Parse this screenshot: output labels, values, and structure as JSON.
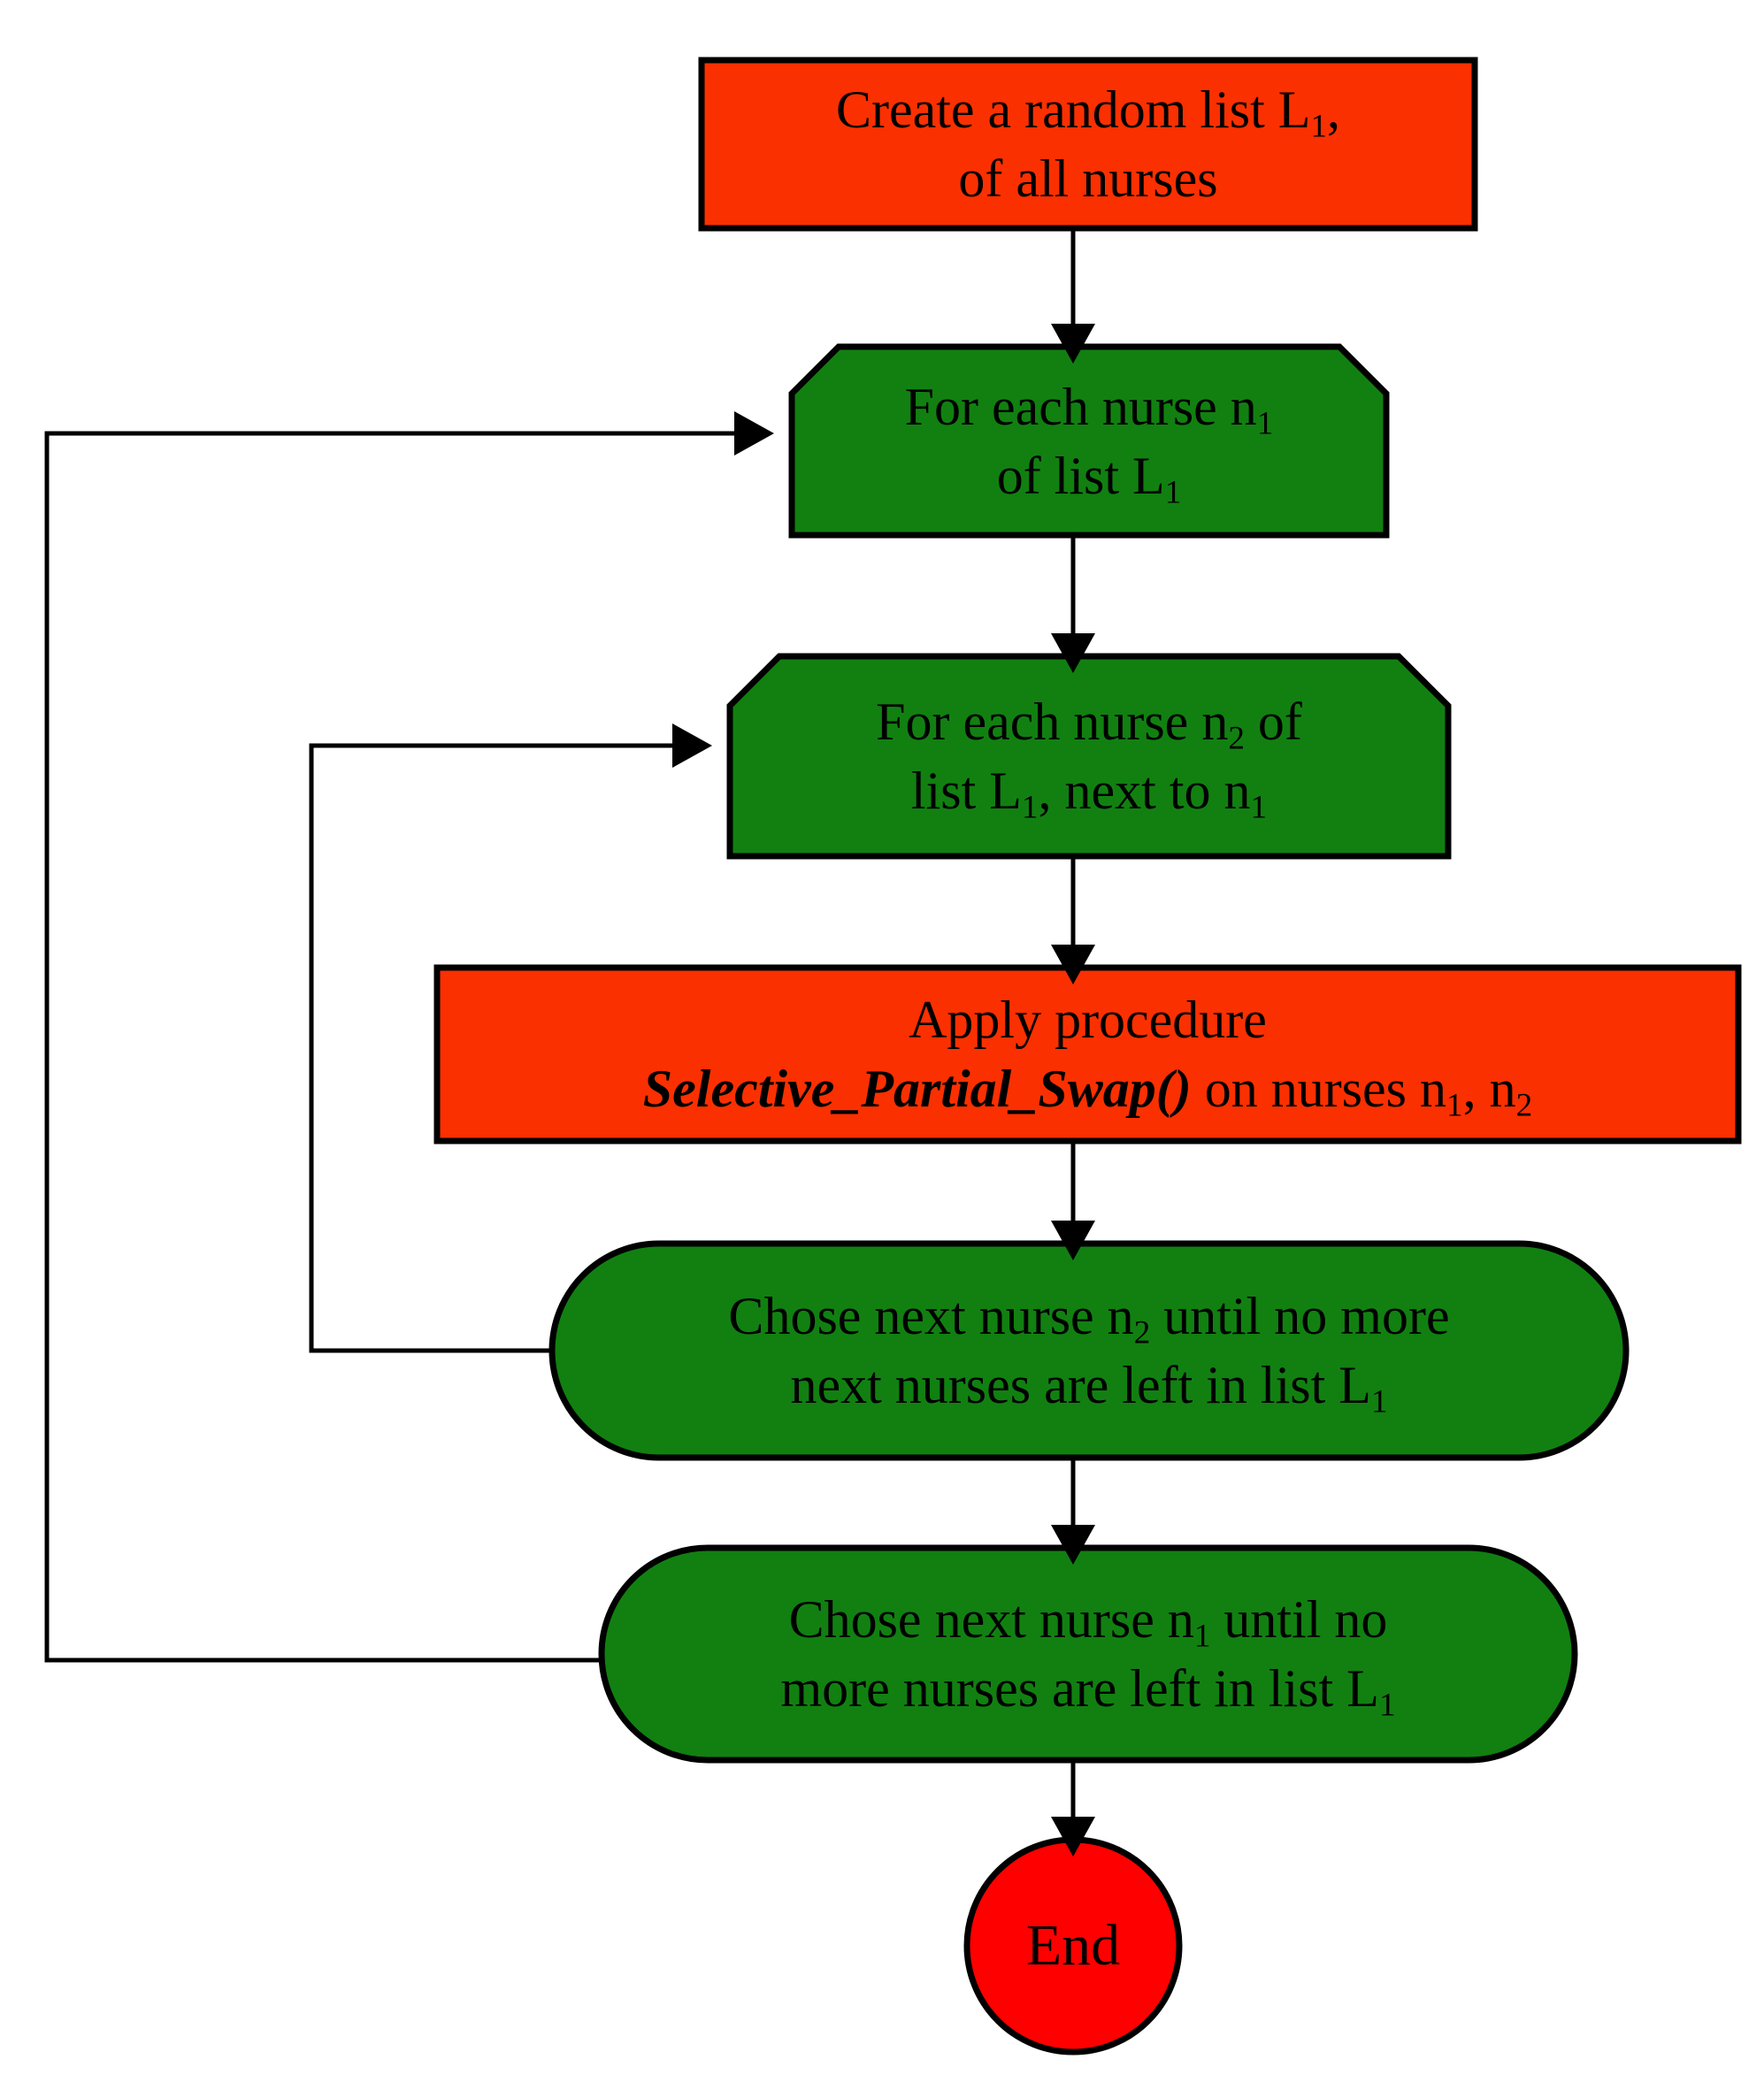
{
  "diagram": {
    "type": "flowchart",
    "title": "",
    "colors": {
      "process_fill": "#FA3000",
      "loop_fill": "#118011",
      "terminator_fill": "#FF0000",
      "stroke": "#000000",
      "background": "#FFFFFF",
      "text": "#000000"
    },
    "nodes": [
      {
        "id": "create",
        "shape": "rectangle",
        "fill": "#FA3000",
        "lines": [
          "Create a random list L1,",
          "of all nurses"
        ],
        "line1_pre": "Create a random list L",
        "line1_sub": "1",
        "line1_post": ",",
        "line2": "of all nurses"
      },
      {
        "id": "foreach-n1",
        "shape": "loop-start-hexagon",
        "fill": "#118011",
        "line1_pre": "For each nurse n",
        "line1_sub": "1",
        "line1_post": "",
        "line2_pre": "of  list L",
        "line2_sub": "1",
        "line2_post": ""
      },
      {
        "id": "foreach-n2",
        "shape": "loop-start-hexagon",
        "fill": "#118011",
        "line1_pre": "For each nurse n",
        "line1_sub": "2",
        "line1_post": " of",
        "line2_pre": "list L",
        "line2_sub": "1",
        "line2_post": ", next to n",
        "line2_sub2": "1"
      },
      {
        "id": "apply",
        "shape": "rectangle",
        "fill": "#FA3000",
        "line1": "Apply procedure",
        "line2_proc": "Selective_Partial_Swap()",
        "line2_post": " on nurses n",
        "line2_sub1": "1",
        "line2_mid": ", n",
        "line2_sub2": "2"
      },
      {
        "id": "next-n2",
        "shape": "stadium",
        "fill": "#118011",
        "line1_pre": "Chose next nurse n",
        "line1_sub": "2",
        "line1_post": " until no more",
        "line2_pre": "next nurses are left in list L",
        "line2_sub": "1",
        "line2_post": ""
      },
      {
        "id": "next-n1",
        "shape": "stadium",
        "fill": "#118011",
        "line1_pre": "Chose next nurse n",
        "line1_sub": "1",
        "line1_post": " until no",
        "line2_pre": "more  nurses are left in list L",
        "line2_sub": "1",
        "line2_post": ""
      },
      {
        "id": "end",
        "shape": "circle",
        "fill": "#FF0000",
        "label": "End"
      }
    ],
    "edges": [
      {
        "from": "create",
        "to": "foreach-n1",
        "kind": "straight-down",
        "arrow": true
      },
      {
        "from": "foreach-n1",
        "to": "foreach-n2",
        "kind": "straight-down",
        "arrow": true
      },
      {
        "from": "foreach-n2",
        "to": "apply",
        "kind": "straight-down",
        "arrow": true
      },
      {
        "from": "apply",
        "to": "next-n2",
        "kind": "straight-down",
        "arrow": true
      },
      {
        "from": "next-n2",
        "to": "next-n1",
        "kind": "straight-down",
        "arrow": true
      },
      {
        "from": "next-n1",
        "to": "end",
        "kind": "straight-down",
        "arrow": true
      },
      {
        "from": "next-n2",
        "to": "foreach-n2",
        "kind": "feedback-left",
        "arrow": true
      },
      {
        "from": "next-n1",
        "to": "foreach-n1",
        "kind": "feedback-left",
        "arrow": true
      }
    ]
  }
}
